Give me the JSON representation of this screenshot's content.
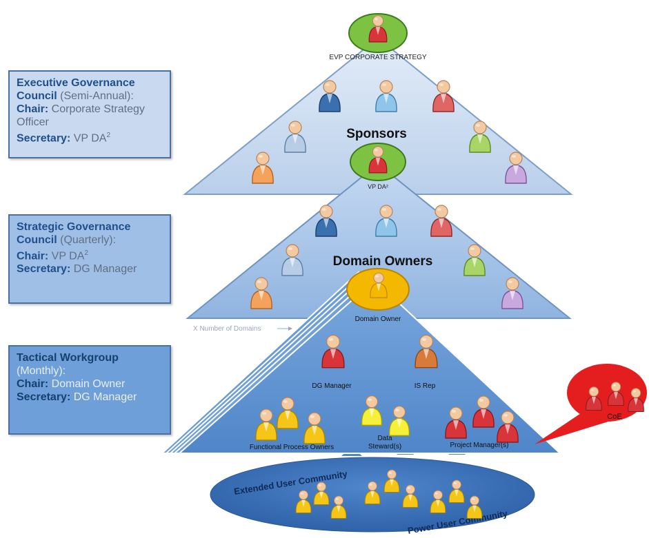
{
  "exec_box": {
    "line1": "Executive Governance",
    "line2a": "Council",
    "line2b": " (Semi-Annual):",
    "chair_label": "Chair:",
    "chair_value": " Corporate Strategy Officer",
    "secretary_label": "Secretary:",
    "secretary_value": " VP DA",
    "sup": "2"
  },
  "strat_box": {
    "line1": "Strategic Governance",
    "line2a": "Council",
    "line2b": " (Quarterly):",
    "chair_label": "Chair:",
    "chair_value": " VP DA",
    "chair_sup": "2",
    "secretary_label": "Secretary:",
    "secretary_value": " DG Manager"
  },
  "tact_box": {
    "line1": "Tactical Workgroup",
    "line2": "(Monthly):",
    "chair_label": "Chair:",
    "chair_value": " Domain Owner",
    "secretary_label": "Secretary:",
    "secretary_value": " DG Manager"
  },
  "labels": {
    "evp": "EVP CORPORATE STRATEGY",
    "sponsors": "Sponsors",
    "vp_da": "VP DA²",
    "domain_owners": "Domain Owners",
    "domain_owner": "Domain Owner",
    "x_domains": "X Number of Domains",
    "dg_manager": "DG Manager",
    "is_rep": "IS Rep",
    "functional_process_owners": "Functional Process Owners",
    "data_stewards_1": "Data",
    "data_stewards_2": "Steward(s)",
    "project_managers": "Project Manager(s)",
    "coe": "CoE",
    "extended_user_community": "Extended User Community",
    "power_user_community": "Power User Community"
  },
  "colors": {
    "sponsor_blue": "#c9daf0",
    "owner_blue": "#9fbfe6",
    "tactical_blue": "#5b8fd0",
    "ellipse_blue": "#3d74bd",
    "leader_green": "#7dc242",
    "domain_owner_orange": "#f5b800",
    "coe_red": "#e41e1e"
  },
  "icons": [
    "person-icon"
  ]
}
